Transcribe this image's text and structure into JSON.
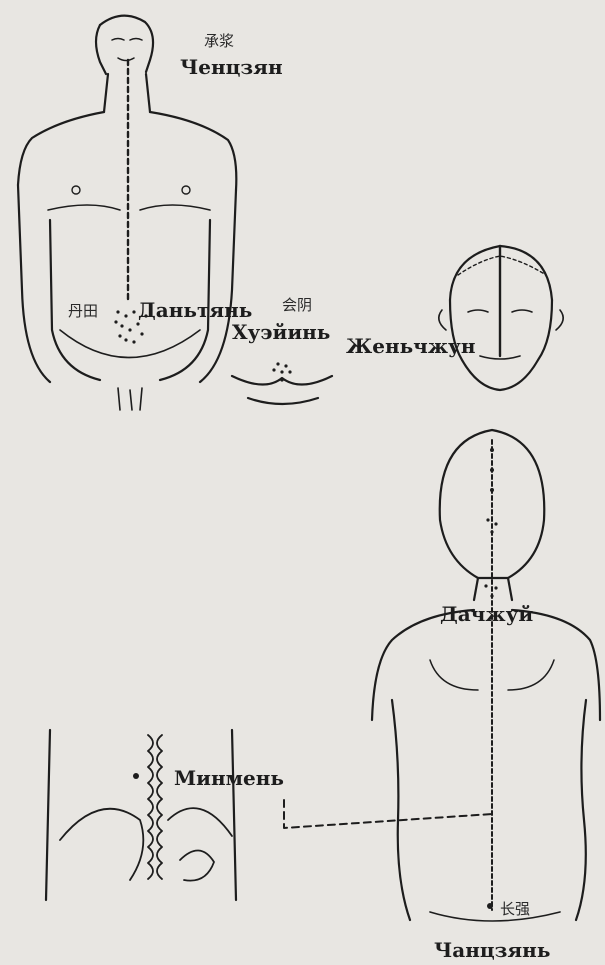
{
  "points": {
    "chengjiang": {
      "ru": "Ченцзян",
      "cn": "承浆"
    },
    "dantian": {
      "ru": "Даньтянь",
      "cn": "丹田"
    },
    "huiyin": {
      "ru": "Хуэйинь",
      "cn": "会阴"
    },
    "renzhong": {
      "ru": "Женьчжун",
      "cn": ""
    },
    "dazhui": {
      "ru": "Дачжуй",
      "cn": ""
    },
    "mingmen": {
      "ru": "Минмень",
      "cn": ""
    },
    "changqiang": {
      "ru": "Чанцзянь",
      "cn": "长强"
    }
  },
  "colors": {
    "ink": "#1d1d1d",
    "paper": "#e8e6e2"
  }
}
